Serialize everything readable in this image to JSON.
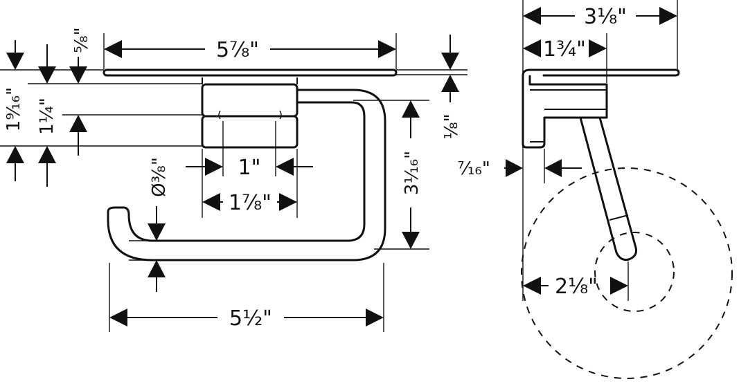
{
  "front_view": {
    "shelf_width": "5⁷⁄₈\"",
    "total_width": "5½\"",
    "height_to_shelf_top": "1⁹⁄₁₆\"",
    "height_to_center": "1¼\"",
    "shelf_offset": "⁵⁄₈\"",
    "slot_width": "1\"",
    "mount_width": "1⁷⁄₈\"",
    "rod_diameter": "Ø⅜\"",
    "arm_height": "3¹⁄₁₆\"",
    "shelf_thickness": "⅛\""
  },
  "side_view": {
    "total_depth": "3⅛\"",
    "mount_depth": "1¾\"",
    "wall_gap": "⁷⁄₁₆\"",
    "roll_center": "2⅛\""
  }
}
